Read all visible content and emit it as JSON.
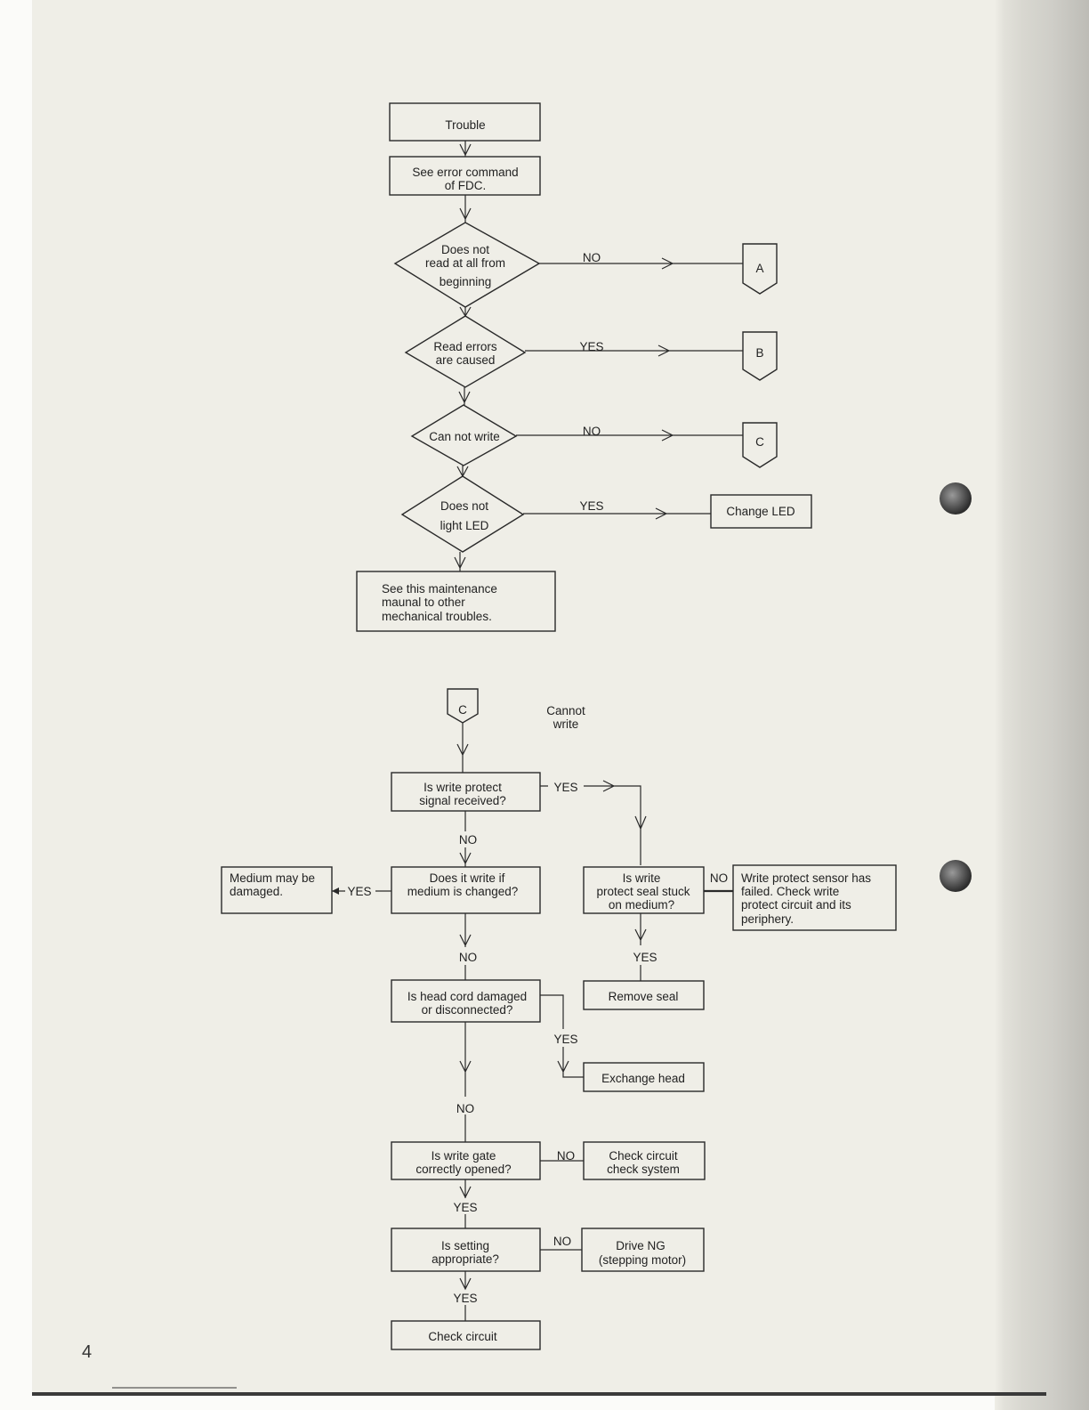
{
  "page_number": "4",
  "chart1": {
    "trouble": "Trouble",
    "see_error": [
      "See error command",
      "of FDC."
    ],
    "d1": [
      "Does not",
      "read at all from",
      "beginning"
    ],
    "d1_label": "NO",
    "d2": [
      "Read errors",
      "are caused"
    ],
    "d2_label": "YES",
    "d3": "Can not write",
    "d3_label": "NO",
    "d4": [
      "Does not",
      "light LED"
    ],
    "d4_label": "YES",
    "change_led": "Change LED",
    "connectors": [
      "A",
      "B",
      "C"
    ],
    "final": [
      "See this maintenance",
      "maunal to other",
      "mechanical troubles."
    ]
  },
  "chart2": {
    "start": "C",
    "title": [
      "Cannot",
      "write"
    ],
    "q1": [
      "Is write protect",
      "signal received?"
    ],
    "q2": [
      "Does it write if",
      "medium is changed?"
    ],
    "medium": [
      "Medium may be",
      "damaged."
    ],
    "q3": [
      "Is write",
      "protect seal stuck",
      "on medium?"
    ],
    "sensor": [
      "Write protect sensor has",
      "failed. Check write",
      "protect circuit and its",
      "periphery."
    ],
    "remove_seal": "Remove seal",
    "q4": [
      "Is head cord damaged",
      "or disconnected?"
    ],
    "exchange_head": "Exchange head",
    "q5": [
      "Is write gate",
      "correctly opened?"
    ],
    "check_system": [
      "Check circuit",
      "check system"
    ],
    "q6": [
      "Is setting",
      "appropriate?"
    ],
    "drive_ng": [
      "Drive NG",
      "(stepping motor)"
    ],
    "check_circuit": "Check circuit",
    "labels": {
      "yes": "YES",
      "no": "NO"
    }
  }
}
